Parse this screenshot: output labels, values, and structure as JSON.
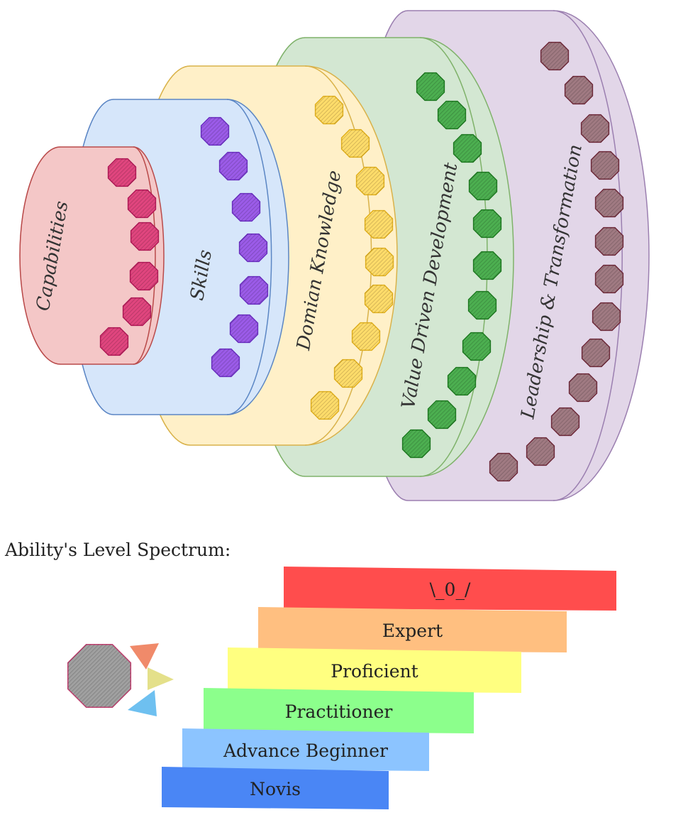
{
  "layers": [
    {
      "label": "Capabilities",
      "fill": "#f4c7c7",
      "stroke": "#b94a4a",
      "badge_fill": "#e0457e",
      "badge_stroke": "#b01a57",
      "badges": 6
    },
    {
      "label": "Skills",
      "fill": "#d6e6fa",
      "stroke": "#5b86c4",
      "badge_fill": "#9b5be8",
      "badge_stroke": "#6a2fc0",
      "badges": 7
    },
    {
      "label": "Domian Knowledge",
      "fill": "#fff0c8",
      "stroke": "#d9b24a",
      "badge_fill": "#ffdc6a",
      "badge_stroke": "#e0b020",
      "badges": 9
    },
    {
      "label": "Value Driven Development",
      "fill": "#d3e7d2",
      "stroke": "#7fb26a",
      "badge_fill": "#4caf50",
      "badge_stroke": "#1f7a22",
      "badges": 12
    },
    {
      "label": "Leadership & Transformation",
      "fill": "#e2d6e8",
      "stroke": "#9b7fb0",
      "badge_fill": "#a07a82",
      "badge_stroke": "#6e2a3a",
      "badges": 14
    }
  ],
  "spectrum": {
    "title": "Ability's Level Spectrum:",
    "levels": [
      {
        "label": "\\_0_/",
        "color": "#ff4d4d"
      },
      {
        "label": "Expert",
        "color": "#ffbf80"
      },
      {
        "label": "Proficient",
        "color": "#ffff80"
      },
      {
        "label": "Practitioner",
        "color": "#8cff8c"
      },
      {
        "label": "Advance Beginner",
        "color": "#8cc4ff"
      },
      {
        "label": "Novis",
        "color": "#4a86f5"
      }
    ]
  },
  "legend_icon": {
    "badge_fill": "#a0a0a0",
    "badge_stroke": "#c04070",
    "arrow_colors": [
      "#f08a6a",
      "#e4e08a",
      "#6ec0f0"
    ]
  }
}
